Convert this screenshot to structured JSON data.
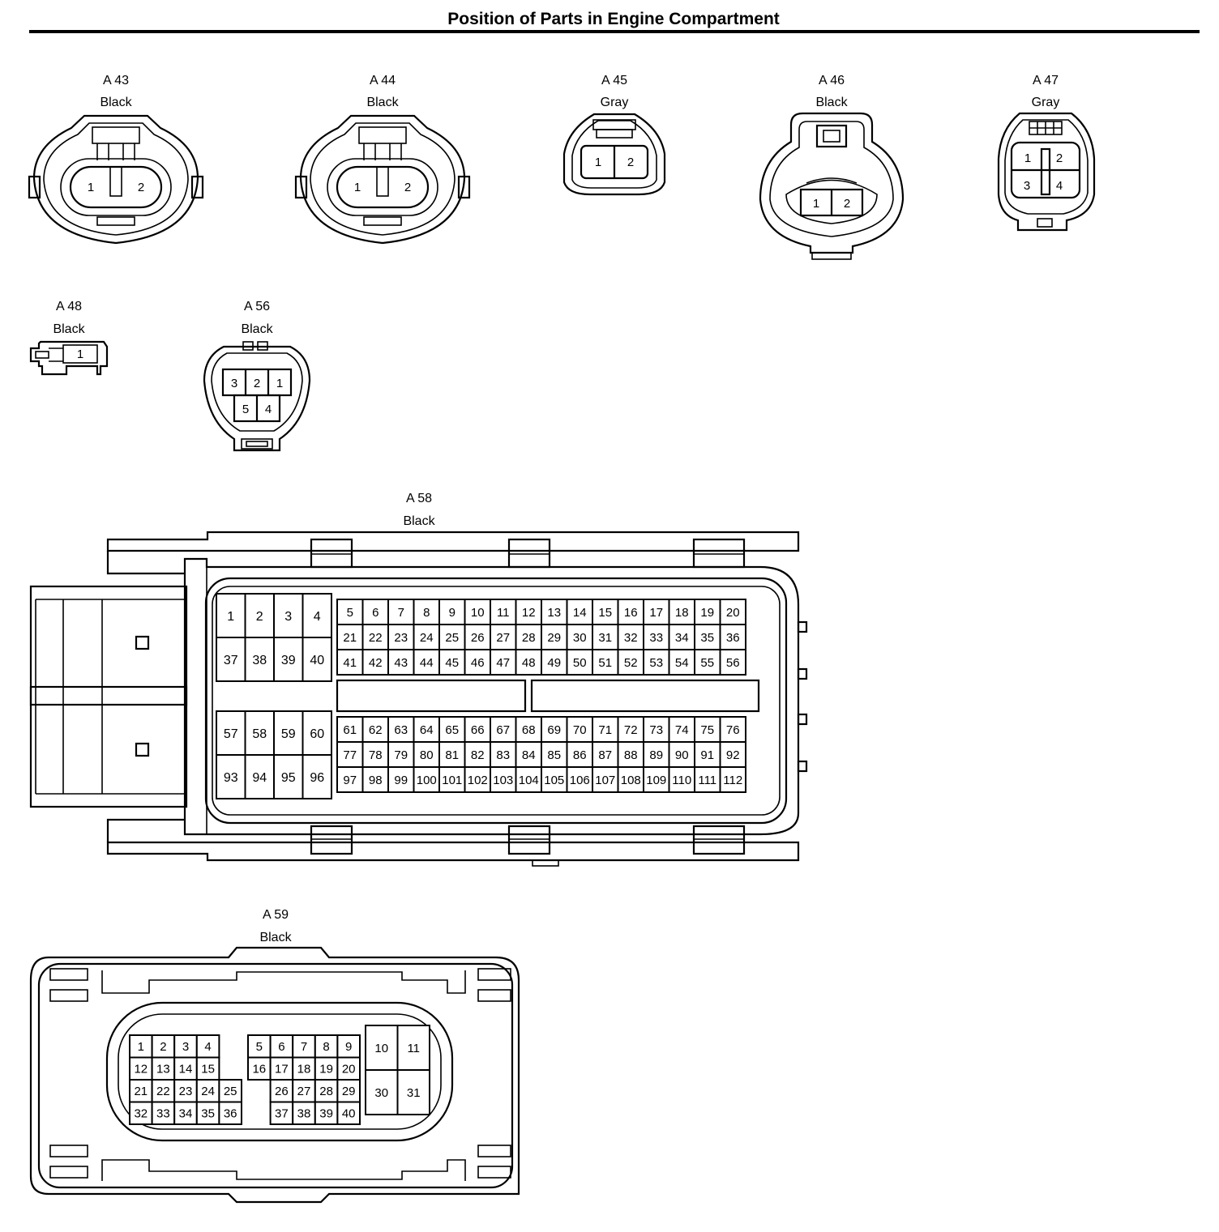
{
  "title": "Position of Parts in Engine Compartment",
  "connectors": [
    {
      "id": "A 43",
      "color": "Black",
      "pins": [
        "1",
        "2"
      ]
    },
    {
      "id": "A 44",
      "color": "Black",
      "pins": [
        "1",
        "2"
      ]
    },
    {
      "id": "A 45",
      "color": "Gray",
      "pins": [
        "1",
        "2"
      ]
    },
    {
      "id": "A 46",
      "color": "Black",
      "pins": [
        "1",
        "2"
      ]
    },
    {
      "id": "A 47",
      "color": "Gray",
      "pins": [
        "1",
        "2",
        "3",
        "4"
      ]
    },
    {
      "id": "A 48",
      "color": "Black",
      "pins": [
        "1"
      ]
    },
    {
      "id": "A 56",
      "color": "Black",
      "pins": [
        "3",
        "2",
        "1",
        "5",
        "4"
      ]
    },
    {
      "id": "A 58",
      "color": "Black",
      "left_block_top": [
        [
          "1",
          "2",
          "3",
          "4"
        ],
        [
          "37",
          "38",
          "39",
          "40"
        ]
      ],
      "left_block_bottom": [
        [
          "57",
          "58",
          "59",
          "60"
        ],
        [
          "93",
          "94",
          "95",
          "96"
        ]
      ],
      "upper_rows": [
        [
          "5",
          "6",
          "7",
          "8",
          "9",
          "10",
          "11",
          "12",
          "13",
          "14",
          "15",
          "16",
          "17",
          "18",
          "19",
          "20"
        ],
        [
          "21",
          "22",
          "23",
          "24",
          "25",
          "26",
          "27",
          "28",
          "29",
          "30",
          "31",
          "32",
          "33",
          "34",
          "35",
          "36"
        ],
        [
          "41",
          "42",
          "43",
          "44",
          "45",
          "46",
          "47",
          "48",
          "49",
          "50",
          "51",
          "52",
          "53",
          "54",
          "55",
          "56"
        ]
      ],
      "lower_rows": [
        [
          "61",
          "62",
          "63",
          "64",
          "65",
          "66",
          "67",
          "68",
          "69",
          "70",
          "71",
          "72",
          "73",
          "74",
          "75",
          "76"
        ],
        [
          "77",
          "78",
          "79",
          "80",
          "81",
          "82",
          "83",
          "84",
          "85",
          "86",
          "87",
          "88",
          "89",
          "90",
          "91",
          "92"
        ],
        [
          "97",
          "98",
          "99",
          "100",
          "101",
          "102",
          "103",
          "104",
          "105",
          "106",
          "107",
          "108",
          "109",
          "110",
          "111",
          "112"
        ]
      ]
    },
    {
      "id": "A 59",
      "color": "Black",
      "left_rows": [
        [
          "1",
          "2",
          "3",
          "4"
        ],
        [
          "12",
          "13",
          "14",
          "15"
        ],
        [
          "21",
          "22",
          "23",
          "24",
          "25"
        ],
        [
          "32",
          "33",
          "34",
          "35",
          "36"
        ]
      ],
      "mid_rows": [
        [
          "5",
          "6",
          "7",
          "8",
          "9"
        ],
        [
          "16",
          "17",
          "18",
          "19",
          "20"
        ],
        [
          "26",
          "27",
          "28",
          "29"
        ],
        [
          "37",
          "38",
          "39",
          "40"
        ]
      ],
      "right_rows": [
        [
          "10",
          "11"
        ],
        [
          "30",
          "31"
        ]
      ]
    }
  ]
}
